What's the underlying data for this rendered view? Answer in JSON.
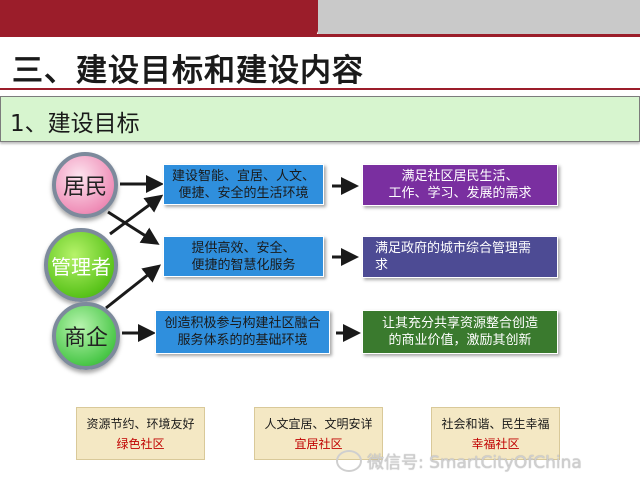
{
  "page_title": "三、建设目标和建设内容",
  "section_title": "1、建设目标",
  "actors": [
    {
      "label": "居民"
    },
    {
      "label": "管理者"
    },
    {
      "label": "商企"
    }
  ],
  "means": [
    {
      "line1": "建设智能、宜居、人文、",
      "line2": "便捷、安全的生活环境"
    },
    {
      "line1": "提供高效、安全、",
      "line2": "便捷的智慧化服务"
    },
    {
      "line1": "创造积极参与构建社区融合",
      "line2": "服务体系的的基础环境"
    }
  ],
  "goals": [
    {
      "line1": "满足社区居民生活、",
      "line2": "工作、学习、发展的需求"
    },
    {
      "line1": "满足政府的城市综合管理需",
      "line2": "求"
    },
    {
      "line1": "让其充分共享资源整合创造",
      "line2": "的商业价值，激励其创新"
    }
  ],
  "communities": [
    {
      "desc": "资源节约、环境友好",
      "name": "绿色社区"
    },
    {
      "desc": "人文宜居、文明安详",
      "name": "宜居社区"
    },
    {
      "desc": "社会和谐、民生幸福",
      "name": "幸福社区"
    }
  ],
  "watermark": {
    "text": "微信号: SmartCityOfChina",
    "icon": "wechat-icon"
  },
  "colors": {
    "brand_red": "#9b1d2a",
    "section_bg": "#d7f5cf",
    "means_blue": "#2f8fdd",
    "goal_purple": "#7a2fa0",
    "goal_indigo": "#4d4b94",
    "goal_green": "#3a7a2e",
    "community_bg": "#f4e8c4",
    "community_name": "#c00000"
  }
}
